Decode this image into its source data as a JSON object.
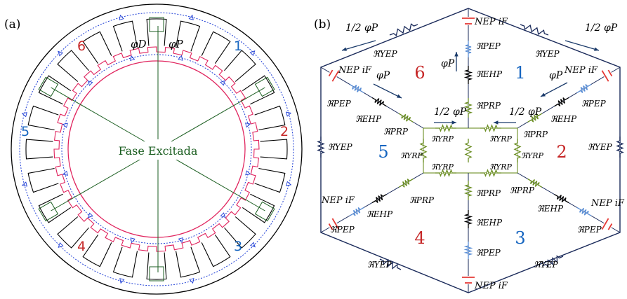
{
  "panel_a": {
    "label": "(a)",
    "phase_numbers": [
      {
        "text": "1",
        "color": "#1565c0"
      },
      {
        "text": "2",
        "color": "#c62828"
      },
      {
        "text": "3",
        "color": "#1565c0"
      },
      {
        "text": "4",
        "color": "#c62828"
      },
      {
        "text": "5",
        "color": "#1565c0"
      },
      {
        "text": "6",
        "color": "#c62828"
      }
    ],
    "center_label": "Fase Excitada",
    "flux_d": "φD",
    "flux_p": "φP"
  },
  "panel_b": {
    "label": "(b)",
    "half_flux": "1/2 φP",
    "phi_p": "φP",
    "mmf": "NEP iF",
    "r_ye": "ℜYEP",
    "r_pe": "ℜPEP",
    "r_eh": "ℜEHP",
    "r_pr": "ℜPRP",
    "r_yr": "ℜYRP",
    "phase_numbers": [
      {
        "text": "1",
        "color": "#1565c0"
      },
      {
        "text": "2",
        "color": "#c62828"
      },
      {
        "text": "3",
        "color": "#1565c0"
      },
      {
        "text": "4",
        "color": "#c62828"
      },
      {
        "text": "5",
        "color": "#1565c0"
      },
      {
        "text": "6",
        "color": "#c62828"
      }
    ]
  },
  "colors": {
    "stator": "#000000",
    "rotor": "#e0245e",
    "flux_path": "#1f3fd6",
    "excitation_lines": "#1b5e20",
    "network_frame": "#1a2a5a",
    "arrow": "#1a3a6a",
    "mmf_source": "#e53935",
    "res_pe": "#5b8fd6",
    "res_eh": "#000000",
    "res_pr": "#6b8e23",
    "res_ye": "#1a2a5a"
  }
}
